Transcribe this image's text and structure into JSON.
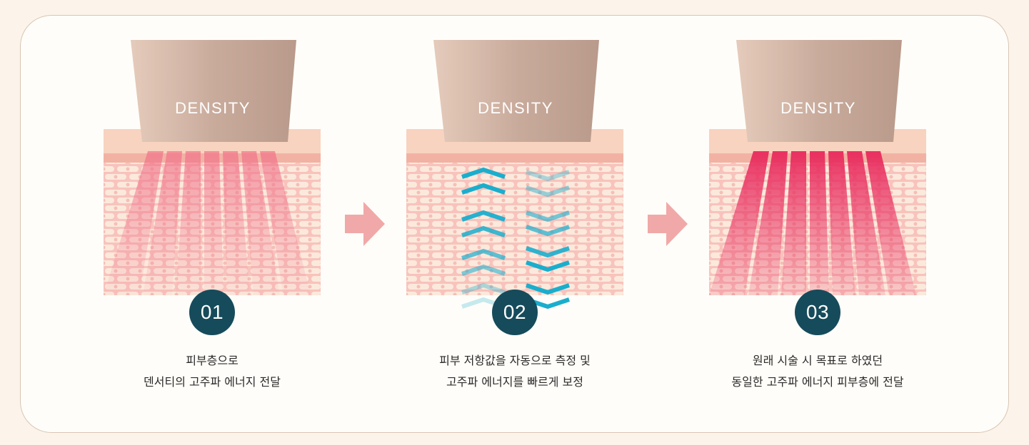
{
  "colors": {
    "card_border": "#d8c5b4",
    "badge": "#164b5b",
    "arrow": "#f0a9a8",
    "skin_top": "#f8d3c0",
    "skin_stripe": "#f2b2a3",
    "tissue": "#f7b7b0",
    "cell": "#fbe7d8",
    "beam_light": "#f06f88",
    "beam_strong": "#e8295c",
    "chevron": "#1aaecd",
    "device": "#c8a99a"
  },
  "steps": [
    {
      "device_label": "DENSITY",
      "number": "01",
      "line1": "피부층으로",
      "line2": "덴서티의 고주파 에너지 전달",
      "visual": "light-beams"
    },
    {
      "device_label": "DENSITY",
      "number": "02",
      "line1": "피부 저항값을 자동으로 측정 및",
      "line2": "고주파 에너지를 빠르게 보정",
      "visual": "chevron-arrows"
    },
    {
      "device_label": "DENSITY",
      "number": "03",
      "line1": "원래 시술 시 목표로 하였던",
      "line2": "동일한 고주파 에너지 피부층에 전달",
      "visual": "strong-beams"
    }
  ],
  "arrows": [
    "right-arrow-icon",
    "right-arrow-icon"
  ]
}
